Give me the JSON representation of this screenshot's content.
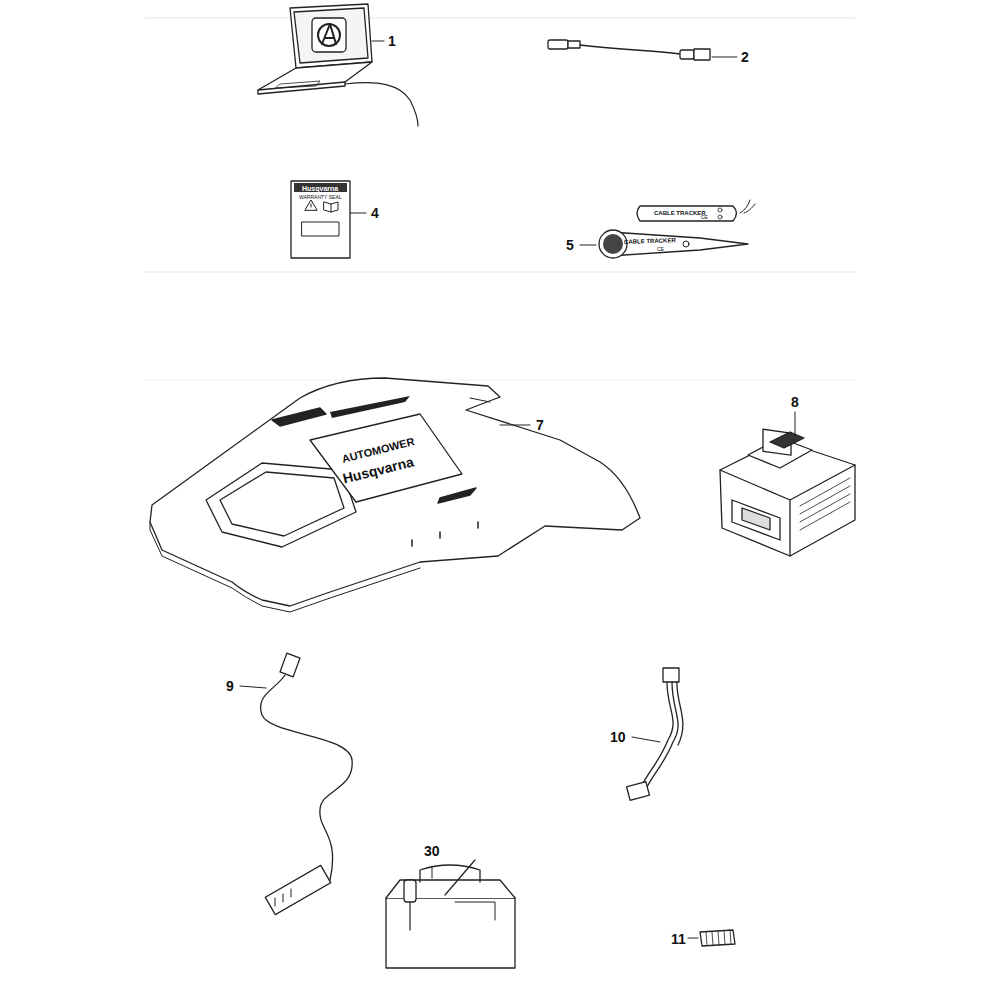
{
  "diagram": {
    "labels": [
      "1",
      "2",
      "4",
      "5",
      "7",
      "8",
      "9",
      "10",
      "30",
      "11",
      "Husqvarna",
      "WARRANTY SEAL",
      "CABLE TRACKER",
      "CE",
      "CABLE TRACKER",
      "CE",
      "Husqvarna",
      "AUTOMOWER"
    ]
  }
}
